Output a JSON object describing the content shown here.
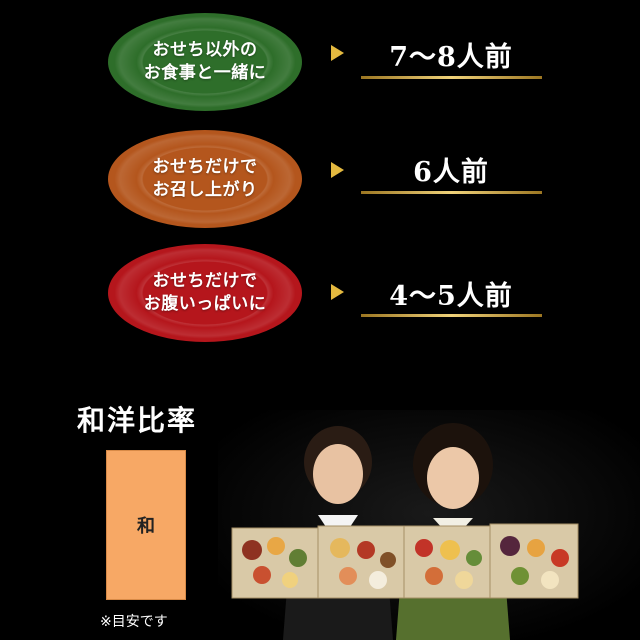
{
  "rows": [
    {
      "lines": [
        "おせち以外の",
        "お食事と一緒に"
      ],
      "serving": "7〜8人前",
      "color": "#2e6e2a"
    },
    {
      "lines": [
        "おせちだけで",
        "お召し上がり"
      ],
      "serving": "6人前",
      "color": "#b4561d"
    },
    {
      "lines": [
        "おせちだけで",
        "お腹いっぱいに"
      ],
      "serving": "4〜5人前",
      "color": "#b5161c"
    }
  ],
  "ratio": {
    "title": "和洋比率",
    "box_label": "和",
    "note": "※目安です"
  }
}
